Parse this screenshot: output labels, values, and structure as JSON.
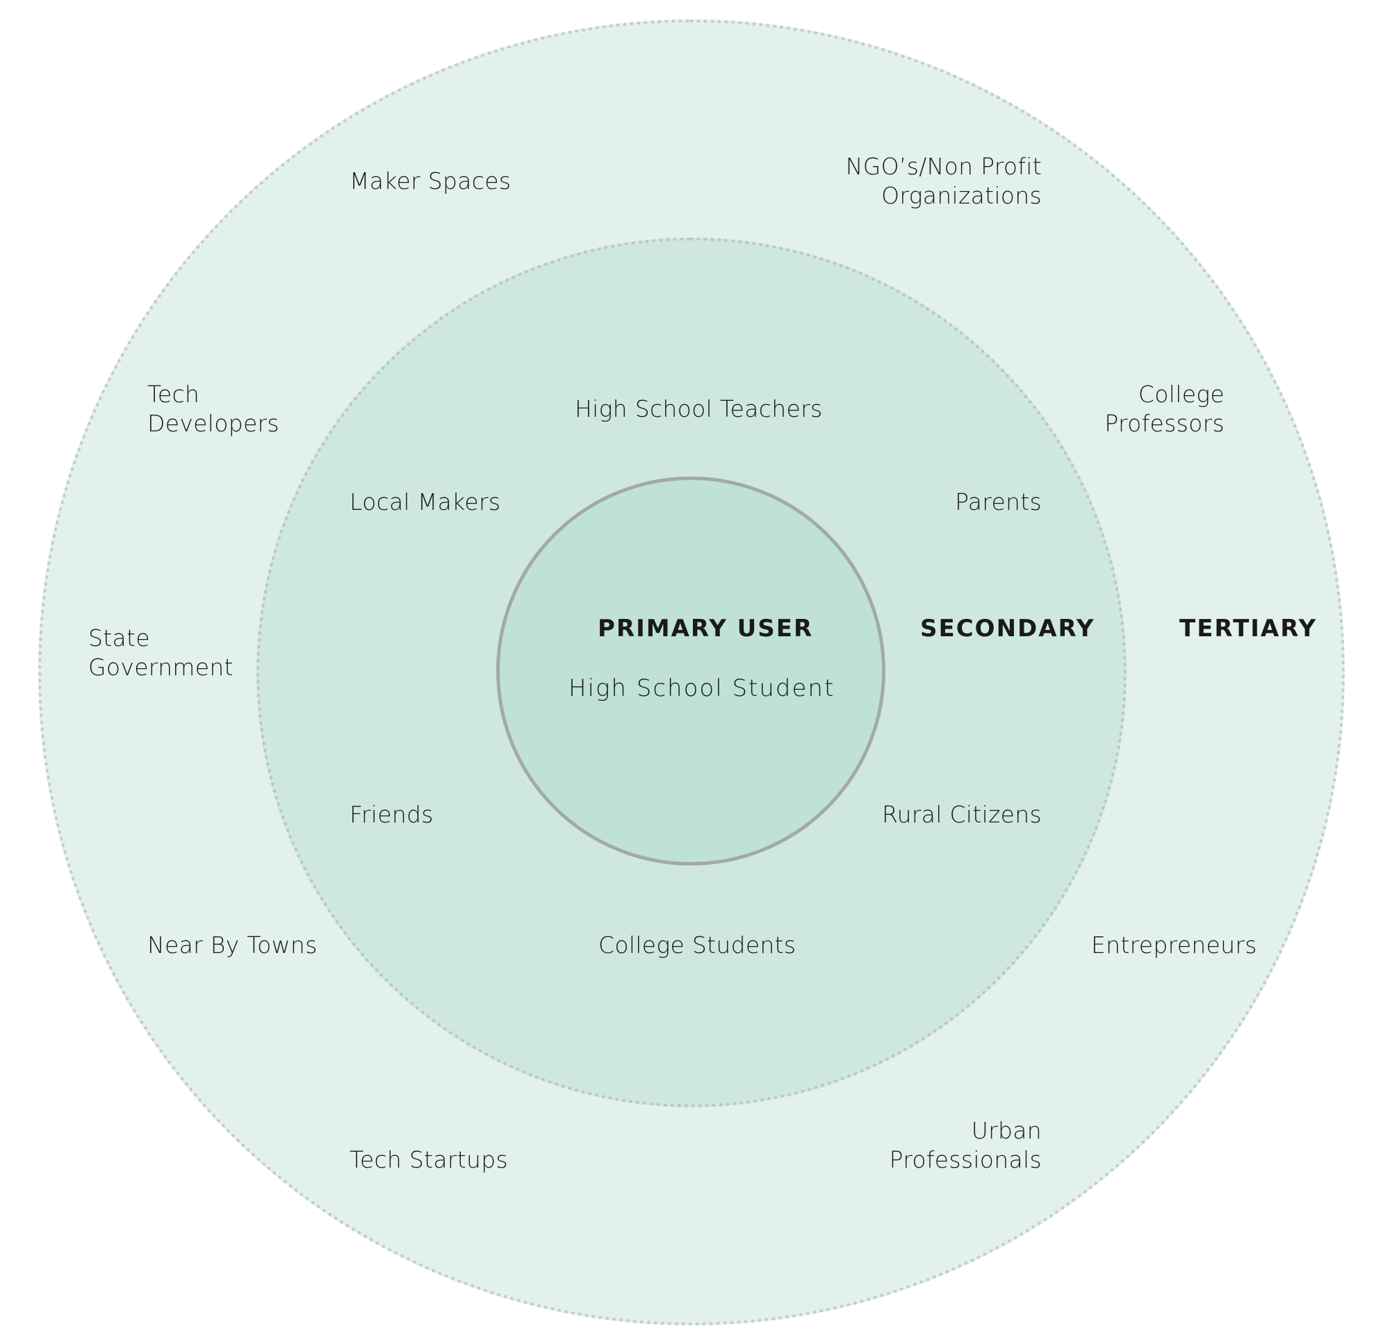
{
  "colors": {
    "tertiary_fill": "#e3f1ec",
    "secondary_fill": "#cfe8df",
    "primary_fill": "#c0e1d6",
    "primary_border": "#a2aaa6",
    "dotted_border": "#c3cdc9"
  },
  "primary": {
    "heading": "PRIMARY USER",
    "user": "High School Student"
  },
  "secondary": {
    "heading": "SECONDARY",
    "items": {
      "teachers": "High School Teachers",
      "local_makers": "Local Makers",
      "parents": "Parents",
      "friends": "Friends",
      "rural_citizens": "Rural Citizens",
      "college_students": "College Students"
    }
  },
  "tertiary": {
    "heading": "TERTIARY",
    "items": {
      "maker_spaces": "Maker Spaces",
      "ngos": "NGO’s/Non Profit\nOrganizations",
      "tech_developers": "Tech\nDevelopers",
      "college_professors": "College\nProfessors",
      "state_government": "State\nGovernment",
      "near_by_towns": "Near By Towns",
      "entrepreneurs": "Entrepreneurs",
      "tech_startups": "Tech Startups",
      "urban_professionals": "Urban\nProfessionals"
    }
  }
}
